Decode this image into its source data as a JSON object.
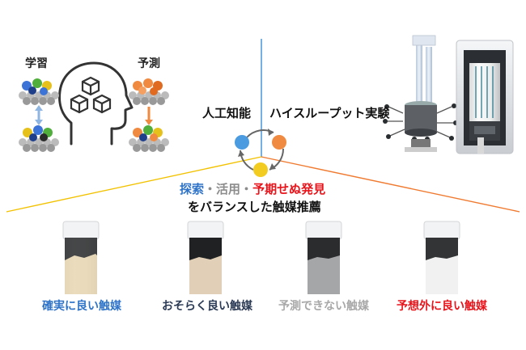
{
  "labels": {
    "learn": "学習",
    "predict": "予測",
    "ai": "人工知能",
    "hte": "ハイスループット実験"
  },
  "strategy": {
    "explore": "探索",
    "sep1": "・",
    "exploit": "活用",
    "sep2": "・",
    "discovery": "予期せぬ発見",
    "line2": "をバランスした触媒推薦"
  },
  "results": [
    {
      "label": "確実に良い触媒",
      "color": "#2f74c8"
    },
    {
      "label": "おそらく良い触媒",
      "color": "#2b3a55"
    },
    {
      "label": "予測できない触媒",
      "color": "#a8a8a8"
    },
    {
      "label": "予想外に良い触媒",
      "color": "#e8141b"
    }
  ],
  "colors": {
    "explore": "#2f74c8",
    "exploit": "#8c8c8c",
    "discovery": "#e8141b",
    "cycle_blue": "#4a9be0",
    "cycle_orange": "#f08a40",
    "cycle_yellow": "#f2cc20"
  },
  "icons": {
    "brain": "head-network-icon",
    "cycle": "cycle-arrows-icon",
    "equipment": "lab-equipment-icon",
    "molecules": "catalyst-molecule-icon",
    "vials": "sample-vial-icon"
  }
}
